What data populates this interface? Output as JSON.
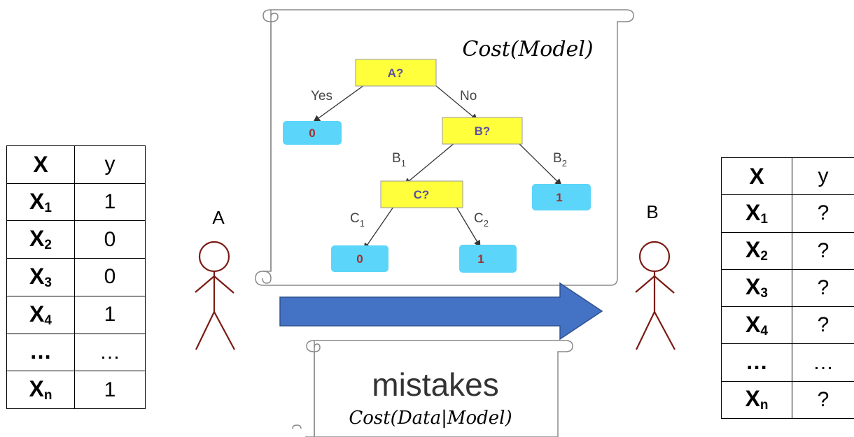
{
  "sender": {
    "label": "A"
  },
  "receiver": {
    "label": "B"
  },
  "scroll_model": {
    "cost_label": "Cost(Model)"
  },
  "scroll_data": {
    "title": "mistakes",
    "cost_label": "Cost(Data|Model)"
  },
  "tree": {
    "root": {
      "label": "A?"
    },
    "leaf_yes": {
      "label": "0"
    },
    "node_b": {
      "label": "B?"
    },
    "node_c": {
      "label": "C?"
    },
    "leaf_b2": {
      "label": "1"
    },
    "leaf_c1": {
      "label": "0"
    },
    "leaf_c2": {
      "label": "1"
    },
    "edges": {
      "yes": "Yes",
      "no": "No",
      "b1": {
        "base": "B",
        "sub": "1"
      },
      "b2": {
        "base": "B",
        "sub": "2"
      },
      "c1": {
        "base": "C",
        "sub": "1"
      },
      "c2": {
        "base": "C",
        "sub": "2"
      }
    }
  },
  "colors": {
    "question_fill": "#FFFF3C",
    "leaf_fill": "#5BD5F9",
    "question_text": "#5B4FA3",
    "leaf_text": "#A0302E",
    "arrow_fill": "#4472C4",
    "figure_stroke": "#7B1B14"
  },
  "left_table": {
    "header": {
      "x": "X",
      "y": "y"
    },
    "rows": [
      {
        "x": "X",
        "sub": "1",
        "y": "1"
      },
      {
        "x": "X",
        "sub": "2",
        "y": "0"
      },
      {
        "x": "X",
        "sub": "3",
        "y": "0"
      },
      {
        "x": "X",
        "sub": "4",
        "y": "1"
      },
      {
        "x": "…",
        "sub": "",
        "y": "…"
      },
      {
        "x": "X",
        "sub": "n",
        "y": "1"
      }
    ]
  },
  "right_table": {
    "header": {
      "x": "X",
      "y": "y"
    },
    "rows": [
      {
        "x": "X",
        "sub": "1",
        "y": "?"
      },
      {
        "x": "X",
        "sub": "2",
        "y": "?"
      },
      {
        "x": "X",
        "sub": "3",
        "y": "?"
      },
      {
        "x": "X",
        "sub": "4",
        "y": "?"
      },
      {
        "x": "…",
        "sub": "",
        "y": "…"
      },
      {
        "x": "X",
        "sub": "n",
        "y": "?"
      }
    ]
  }
}
